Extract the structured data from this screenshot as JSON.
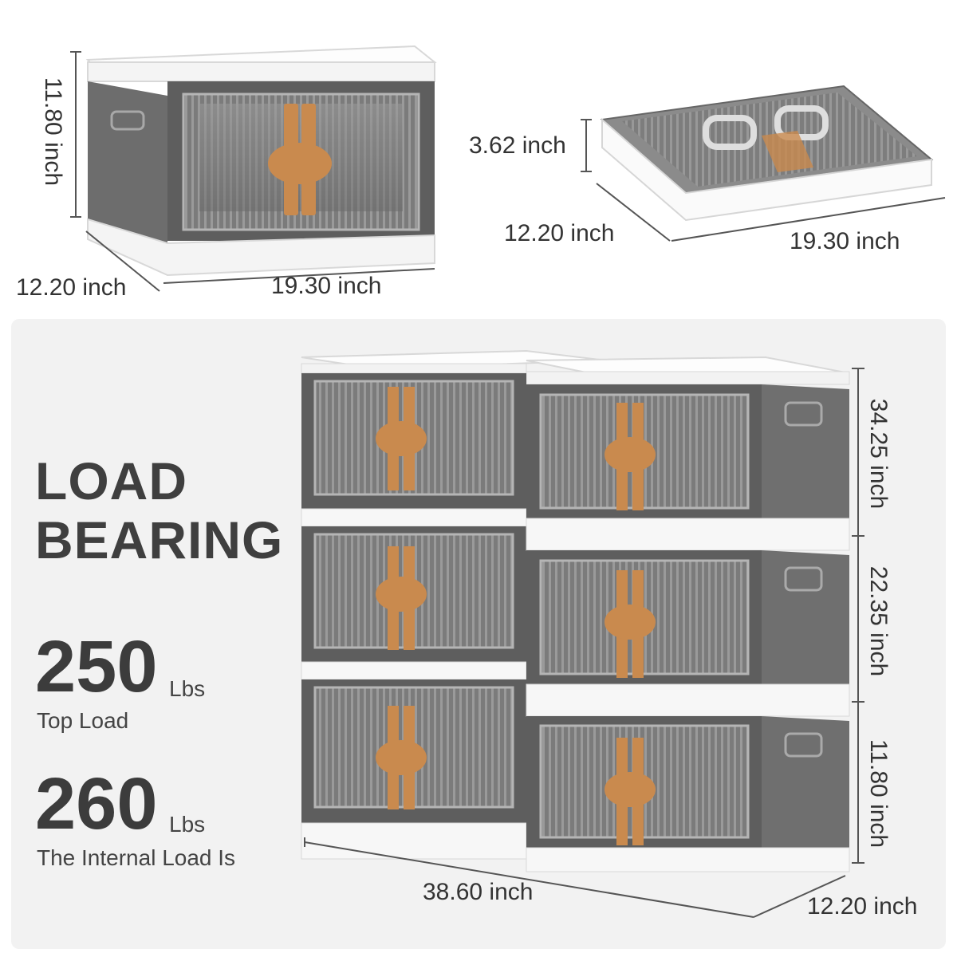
{
  "top_left_box": {
    "height_label": "11.80 inch",
    "depth_label": "12.20 inch",
    "width_label": "19.30 inch"
  },
  "top_right_box": {
    "height_label": "3.62 inch",
    "depth_label": "12.20 inch",
    "width_label": "19.30 inch"
  },
  "stack": {
    "height_labels": [
      "34.25 inch",
      "22.35 inch",
      "11.80 inch"
    ],
    "width_label": "38.60 inch",
    "depth_label": "12.20 inch"
  },
  "load_info": {
    "headline_line1": "LOAD",
    "headline_line2": "BEARING",
    "top_load_value": "250",
    "top_load_unit": "Lbs",
    "top_load_caption": "Top Load",
    "internal_load_value": "260",
    "internal_load_unit": "Lbs",
    "internal_load_caption": "The Internal Load Is"
  },
  "colors": {
    "latch": "#c98a4e",
    "frame_gray": "#5e5e5e",
    "window_gray": "#8a8a8a",
    "lid_white": "#fafafa",
    "panel_bg": "#f2f2f2",
    "text": "#333333"
  }
}
